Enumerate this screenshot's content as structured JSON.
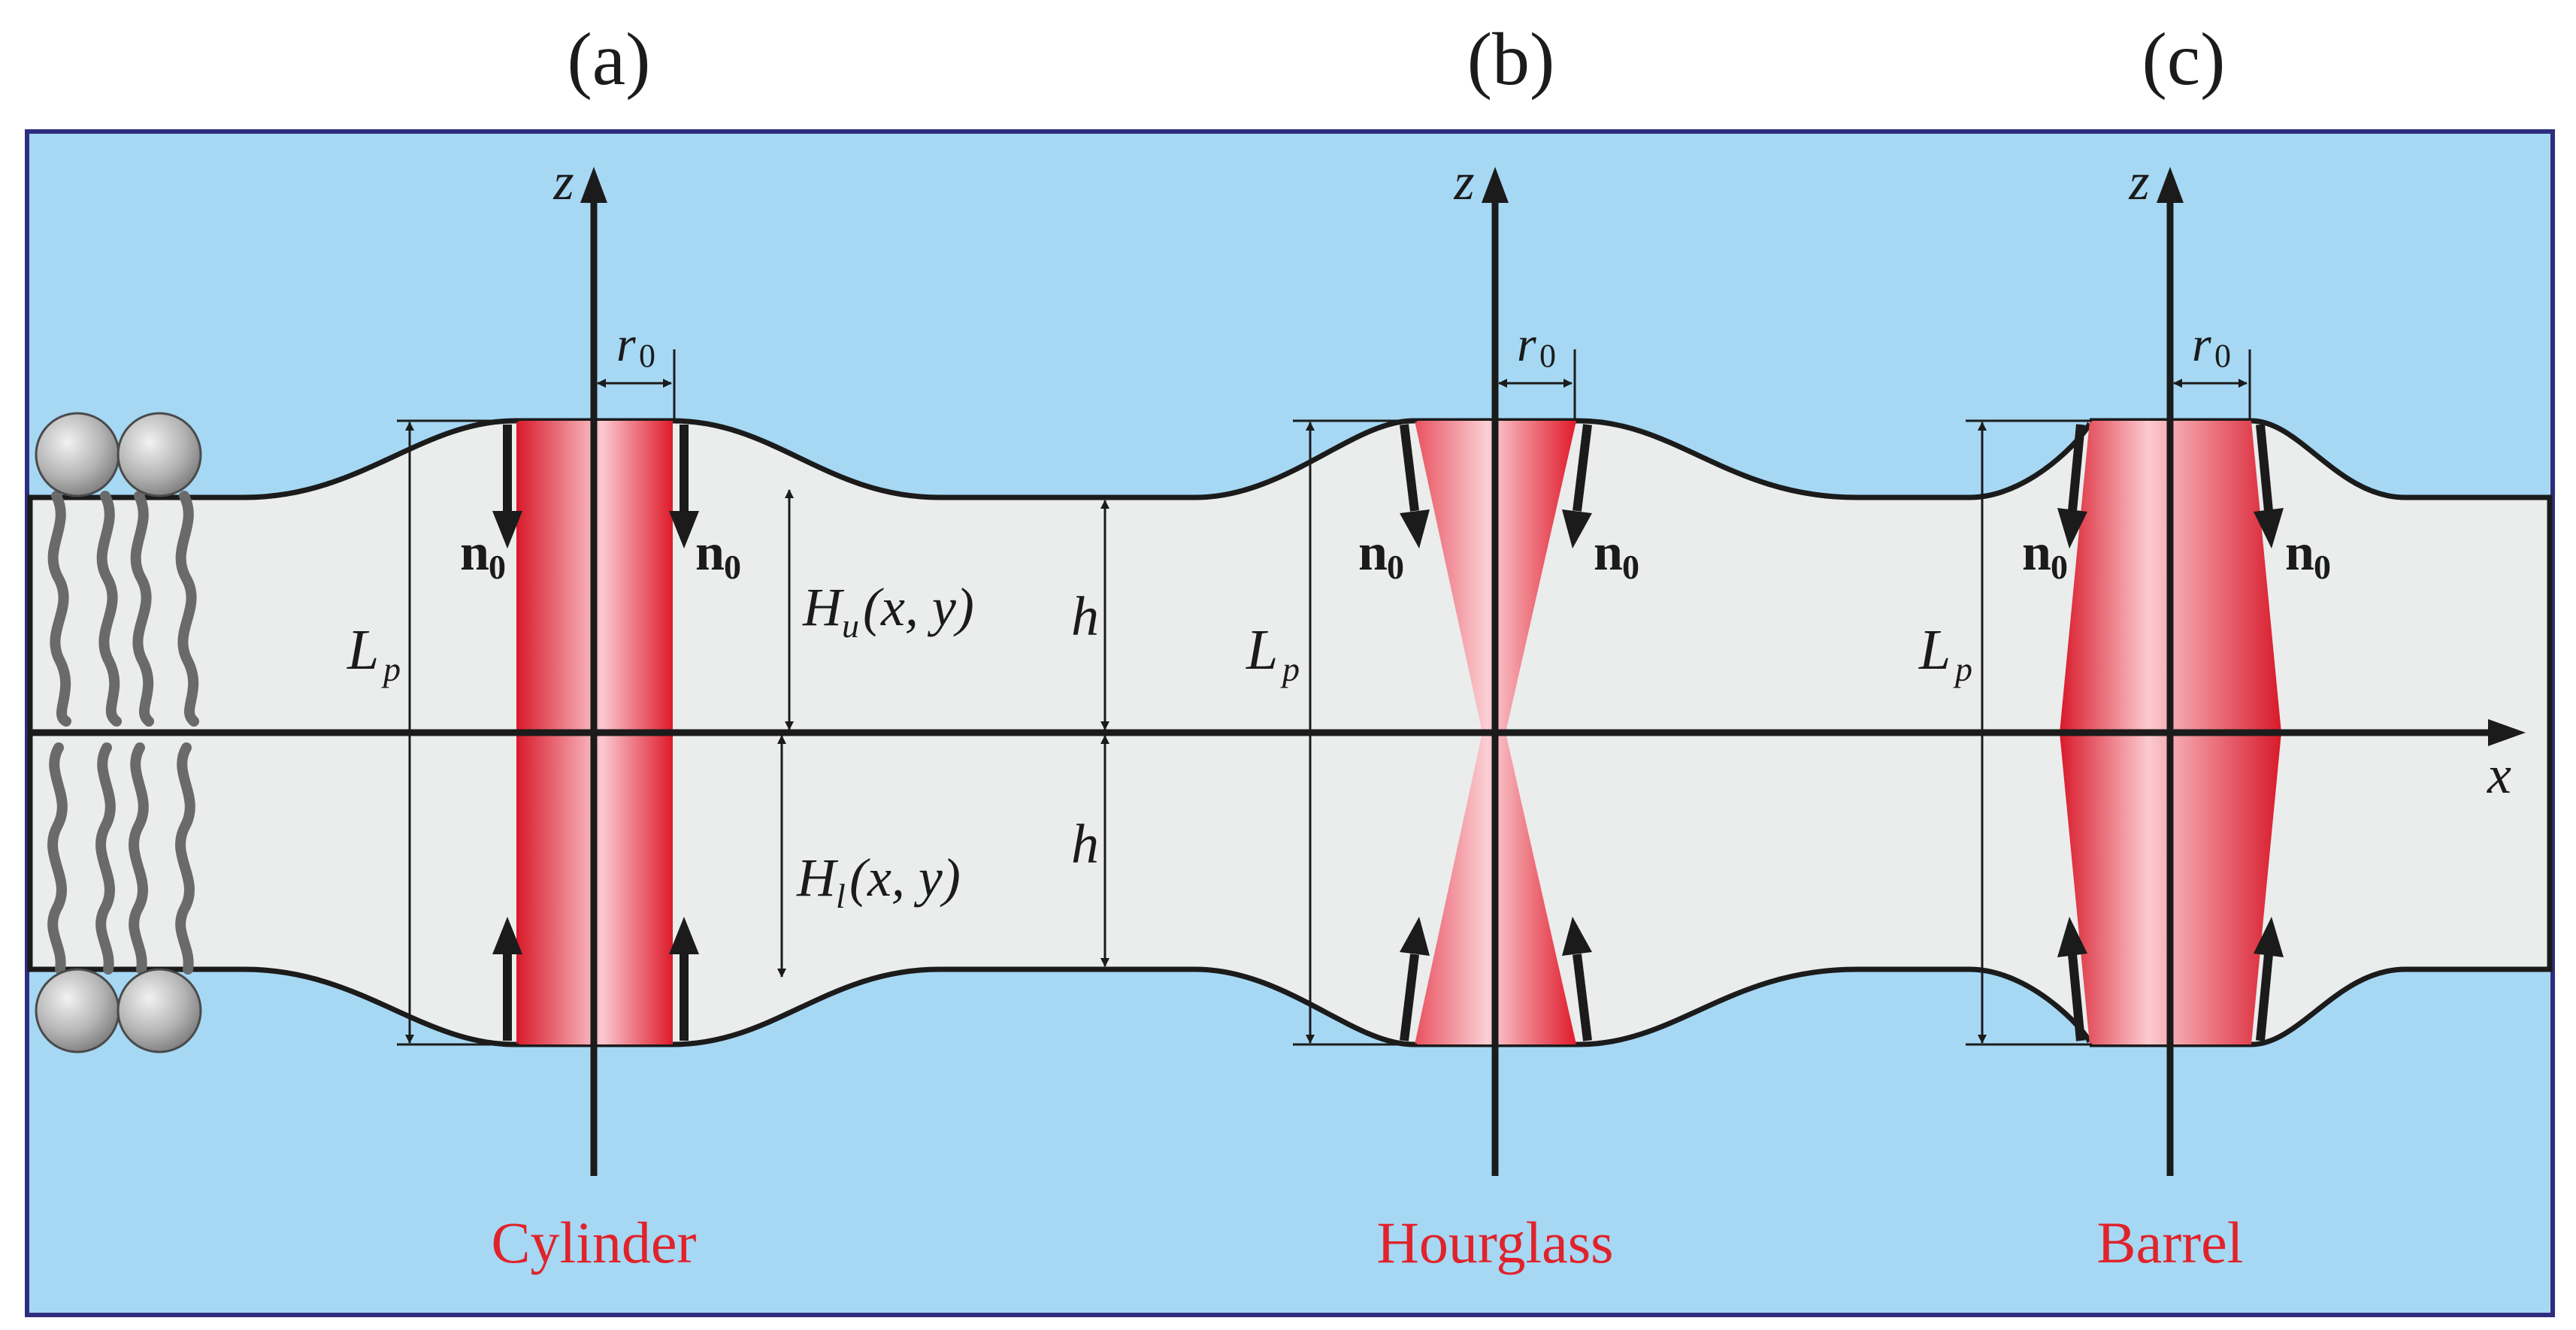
{
  "panels": [
    {
      "letter": "(a)",
      "shape_name": "Cylinder",
      "shape": "cylinder"
    },
    {
      "letter": "(b)",
      "shape_name": "Hourglass",
      "shape": "hourglass"
    },
    {
      "letter": "(c)",
      "shape_name": "Barrel",
      "shape": "barrel"
    }
  ],
  "labels": {
    "z_axis": "z",
    "x_axis": "x",
    "radius_main": "r",
    "radius_sub": "0",
    "normal_main": "n",
    "normal_sub": "0",
    "length_main": "L",
    "length_sub": "p",
    "upper_main": "H",
    "upper_sub": "u",
    "upper_args": "(x, y)",
    "lower_main": "H",
    "lower_sub": "l",
    "lower_args": "(x, y)",
    "half_thickness": "h"
  },
  "colors": {
    "water": "#a6d8f4",
    "membrane": "#ebecec",
    "frame": "#2f2d7e",
    "protein_dark": "#e01f2c",
    "protein_light": "#f9c6cc",
    "caption": "#e0232b",
    "ink": "#1b1b1b"
  }
}
